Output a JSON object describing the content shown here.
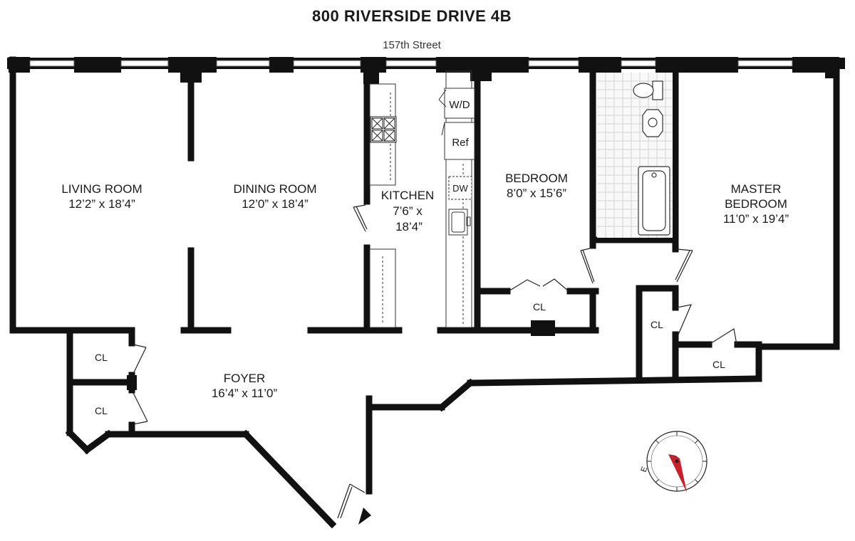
{
  "title": "800 RIVERSIDE DRIVE 4B",
  "street": "157th Street",
  "rooms": {
    "living": {
      "name": "LIVING ROOM",
      "dims": "12’2” x 18’4”"
    },
    "dining": {
      "name": "DINING ROOM",
      "dims": "12’0” x 18’4”"
    },
    "kitchen": {
      "name": "KITCHEN",
      "dims_line1": "7’6” x",
      "dims_line2": "18’4”"
    },
    "bedroom": {
      "name": "BEDROOM",
      "dims": "8’0” x 15’6”"
    },
    "master": {
      "name_line1": "MASTER",
      "name_line2": "BEDROOM",
      "dims": "11’0” x 19’4”"
    },
    "foyer": {
      "name": "FOYER",
      "dims": "16’4” x 11’0”"
    }
  },
  "closet_label": "CL",
  "appliances": {
    "washer_dryer": "W/D",
    "refrigerator": "Ref",
    "dishwasher": "DW"
  },
  "compass": {
    "letter": "E"
  },
  "colors": {
    "wall": "#111111",
    "accent": "#c8202a"
  }
}
